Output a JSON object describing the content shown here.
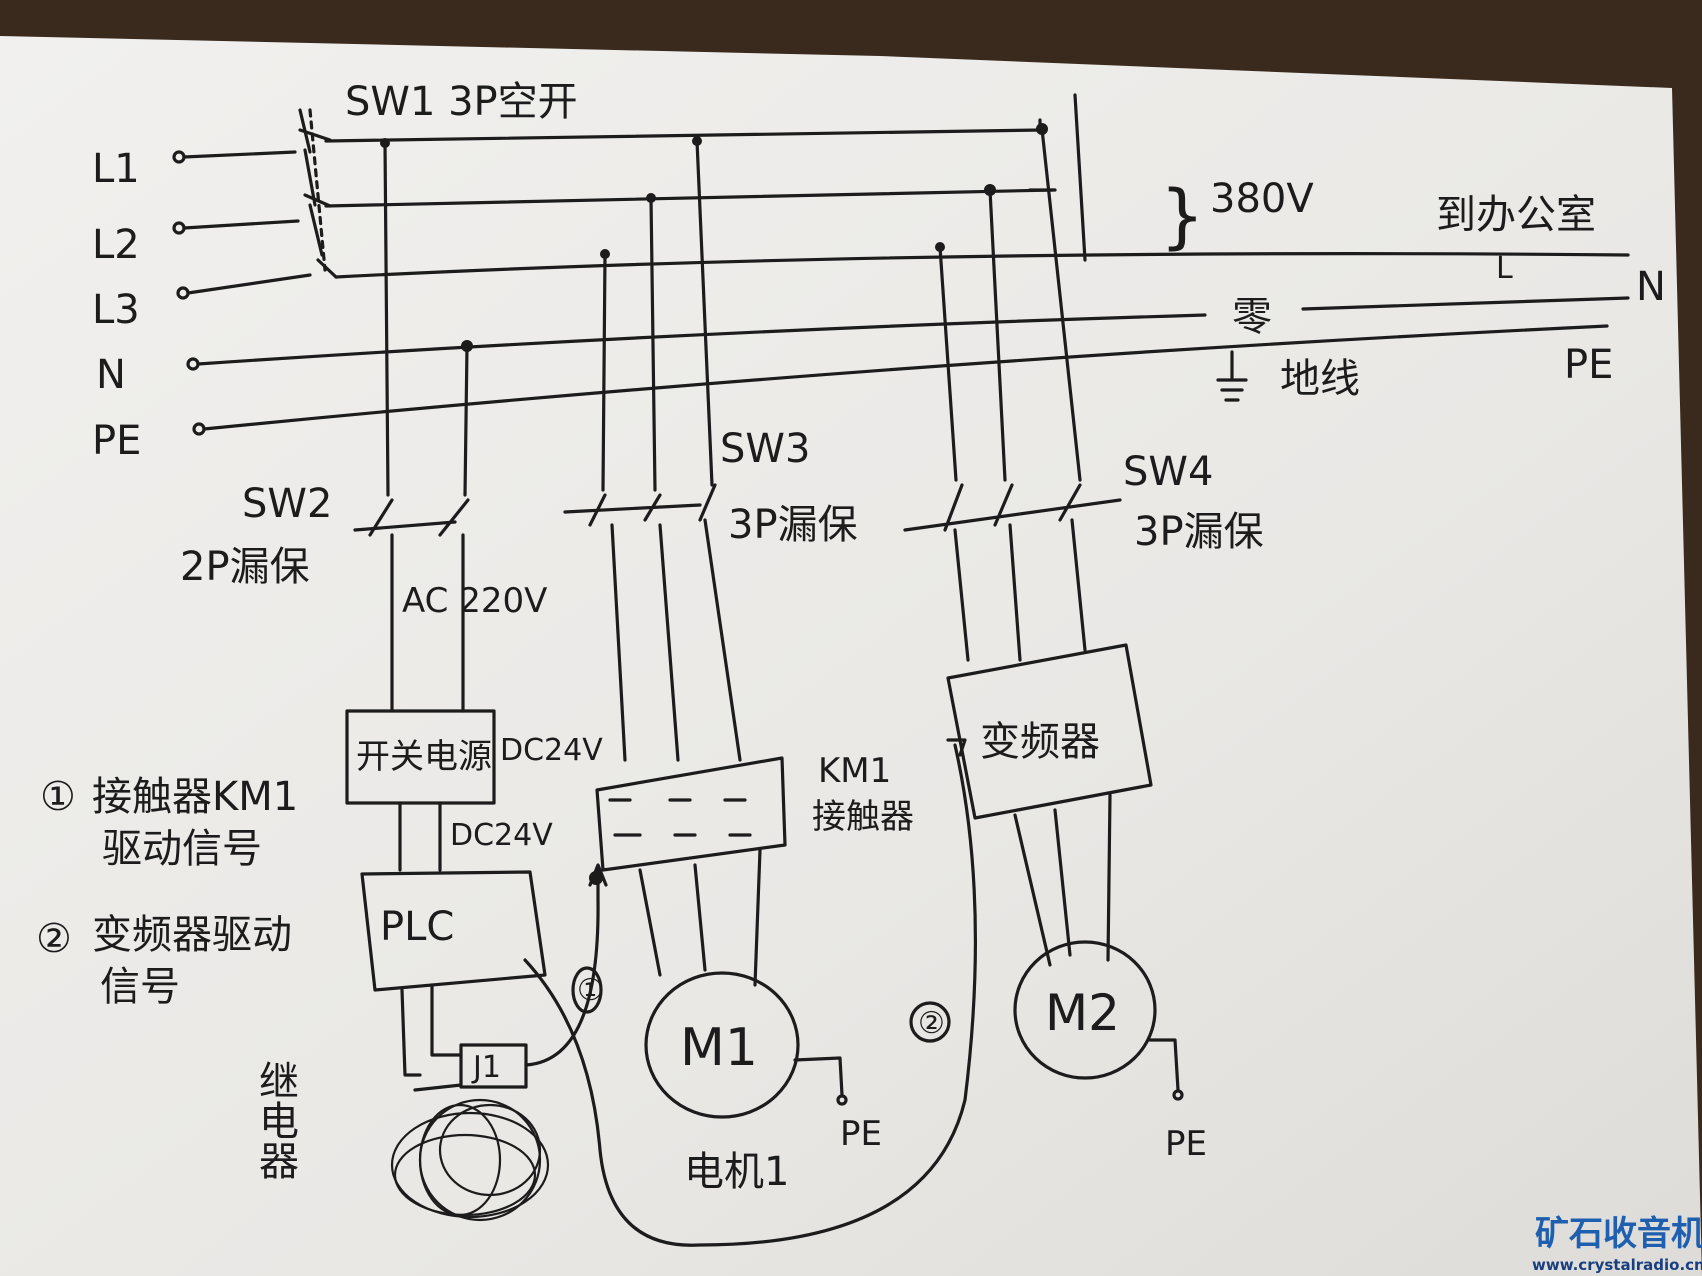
{
  "inputs": {
    "lines": [
      "L1",
      "L2",
      "L3",
      "N",
      "PE"
    ]
  },
  "main_switch": {
    "label": "SW1 3P空开"
  },
  "bus_notes": {
    "voltage": "380V",
    "to_office": "到办公室",
    "l_label": "L",
    "n_label": "N",
    "neutral": "零",
    "ground": "地线",
    "pe_label": "PE"
  },
  "sw2": {
    "name": "SW2",
    "type": "2P漏保",
    "supply": "AC 220V"
  },
  "psu": {
    "label": "开关电源",
    "out1": "DC24V",
    "out2": "DC24V"
  },
  "plc": {
    "label": "PLC"
  },
  "relay": {
    "box": "J1",
    "label": "继电器"
  },
  "sw3": {
    "name": "SW3",
    "type": "3P漏保"
  },
  "km1": {
    "name": "KM1",
    "type": "接触器"
  },
  "motor1": {
    "symbol": "M1",
    "label": "电机1",
    "pe": "PE"
  },
  "sw4": {
    "name": "SW4",
    "type": "3P漏保"
  },
  "vfd": {
    "label": "变频器"
  },
  "motor2": {
    "symbol": "M2",
    "pe": "PE"
  },
  "signals": {
    "s1": "①",
    "s2": "②"
  },
  "legend": {
    "item1_num": "①",
    "item1_line1": "接触器KM1",
    "item1_line2": "驱动信号",
    "item2_num": "②",
    "item2_line1": "变频器驱动",
    "item2_line2": "信号"
  },
  "watermark": {
    "title": "矿石收音机",
    "url": "www.crystalradio.cn"
  },
  "colors": {
    "paper": "#ecebe8",
    "ink": "#1c1c1c",
    "wood": "#3a2a1e",
    "watermark": "#1f5fb0"
  }
}
